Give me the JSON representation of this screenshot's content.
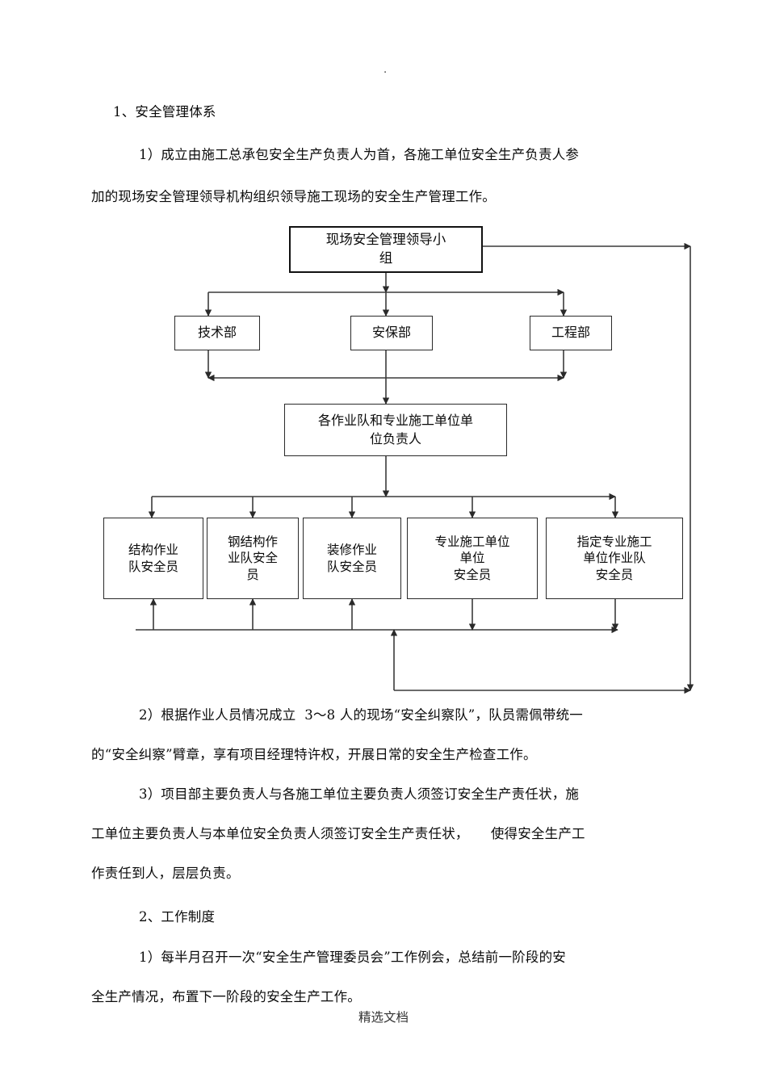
{
  "document": {
    "top_mark": "."
  },
  "sections": {
    "s1_title": "1、安全管理体系",
    "s1_p1_line1": "1）成立由施工总承包安全生产负责人为首，各施工单位安全生产负责人参",
    "s1_p1_line2": "加的现场安全管理领导机构组织领导施工现场的安全生产管理工作。",
    "s1_p2_line1": "2）根据作业人员情况成立  3～8 人的现场“安全纠察队”，队员需佩带统一",
    "s1_p2_line2": "的“安全纠察”臂章，享有项目经理特许权，开展日常的安全生产检查工作。",
    "s1_p3_line1": "3）项目部主要负责人与各施工单位主要负责人须签订安全生产责任状，施",
    "s1_p3_line2": "工单位主要负责人与本单位安全负责人须签订安全生产责任状，     使得安全生产工",
    "s1_p3_line3": "作责任到人，层层负责。",
    "s2_title": "2、工作制度",
    "s2_p1_line1": "1）每半月召开一次“安全生产管理委员会”工作例会，总结前一阶段的安",
    "s2_p1_line2": "全生产情况，布置下一阶段的安全生产工作。"
  },
  "org_chart": {
    "type": "org-hierarchy-flowchart",
    "level1": {
      "label": "现场安全管理领导小\n组"
    },
    "level2": [
      {
        "label": "技术部"
      },
      {
        "label": "安保部"
      },
      {
        "label": "工程部"
      }
    ],
    "level3": {
      "label": "各作业队和专业施工单位单\n位负责人"
    },
    "level4": [
      {
        "label": "结构作业\n队安全员"
      },
      {
        "label": "钢结构作\n业队安全\n员"
      },
      {
        "label": "装修作业\n队安全员"
      },
      {
        "label": "专业施工单位\n单位\n安全员"
      },
      {
        "label": "指定专业施工\n单位作业队\n安全员"
      }
    ]
  },
  "footer": {
    "label": "精选文档"
  },
  "colors": {
    "page_background": "#ffffff",
    "text": "#0a0a0a",
    "node_border": "#2a2a2a",
    "root_border": "#111111",
    "connector": "#3a3a3a",
    "footer_text": "#333333"
  }
}
